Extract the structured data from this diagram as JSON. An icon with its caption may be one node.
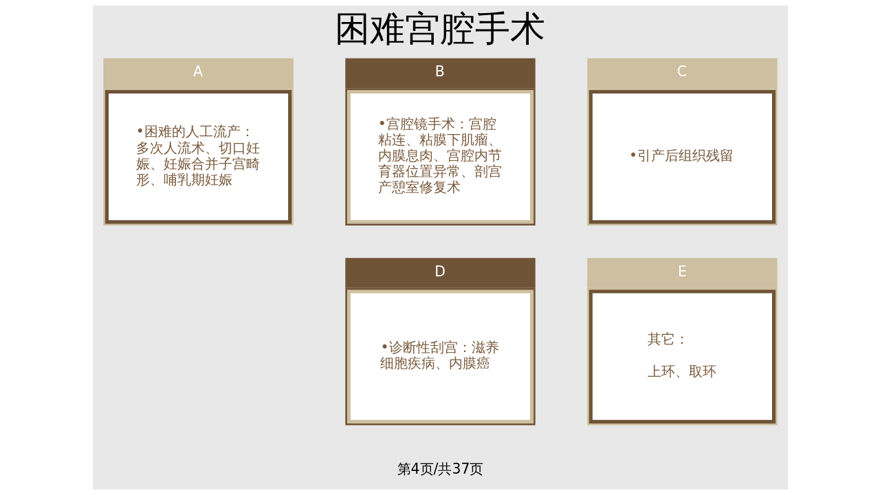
{
  "diagram": {
    "title": "困难宫腔手术",
    "nodes": [
      {
        "text": [
          "A",
          "•困难的人工流产：多次人流术、切口妊娠、妊娠合并子宫畸形、哺乳期妊娠"
        ]
      },
      {
        "text": [
          "B",
          "•宫腔镜手术：宫腔粘连、粘膜下肌瘤、内膜息肉、宫腔内节育器位置异常、剖宫产憩室修复术"
        ]
      },
      {
        "text": [
          "C",
          "•引产后组织残留"
        ]
      },
      {
        "text": [
          "D",
          "•诊断性刮宫：滋养细胞疾病、内膜癌"
        ]
      },
      {
        "text": [
          "E",
          "其它：",
          "上环、取环"
        ]
      }
    ],
    "edges": [],
    "labels": [
      "第4页/共37页"
    ]
  }
}
